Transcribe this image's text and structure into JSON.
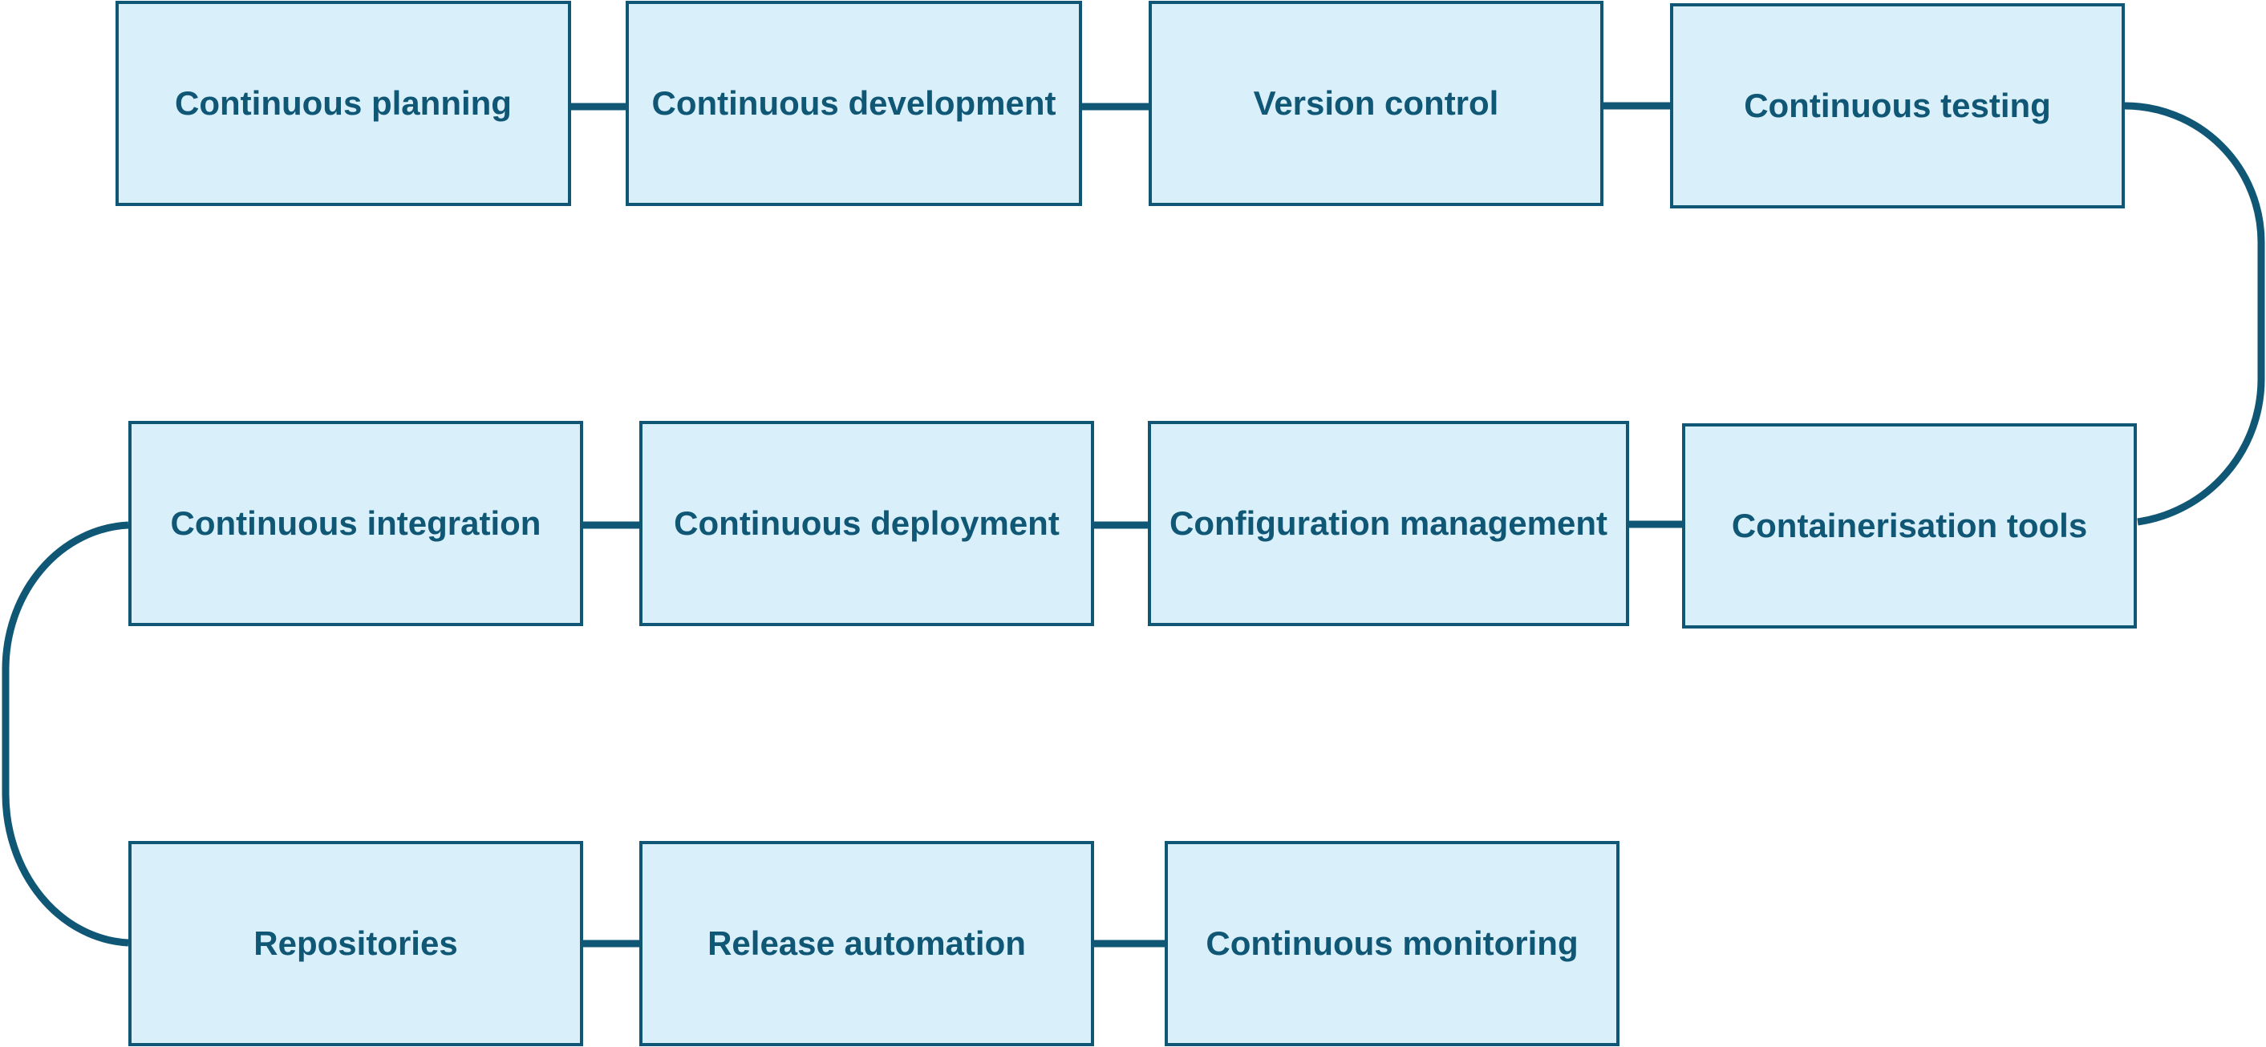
{
  "diagram": {
    "type": "process-flow",
    "colors": {
      "box_fill": "#d9effa",
      "box_border": "#0f5775",
      "text": "#0f5775",
      "connector": "#0f5775",
      "background": "#ffffff"
    },
    "stages": [
      {
        "label": "Continuous planning"
      },
      {
        "label": "Continuous development"
      },
      {
        "label": "Version control"
      },
      {
        "label": "Continuous testing"
      },
      {
        "label": "Containerisation tools"
      },
      {
        "label": "Configuration management"
      },
      {
        "label": "Continuous deployment"
      },
      {
        "label": "Continuous integration"
      },
      {
        "label": "Repositories"
      },
      {
        "label": "Release automation"
      },
      {
        "label": "Continuous monitoring"
      }
    ]
  }
}
